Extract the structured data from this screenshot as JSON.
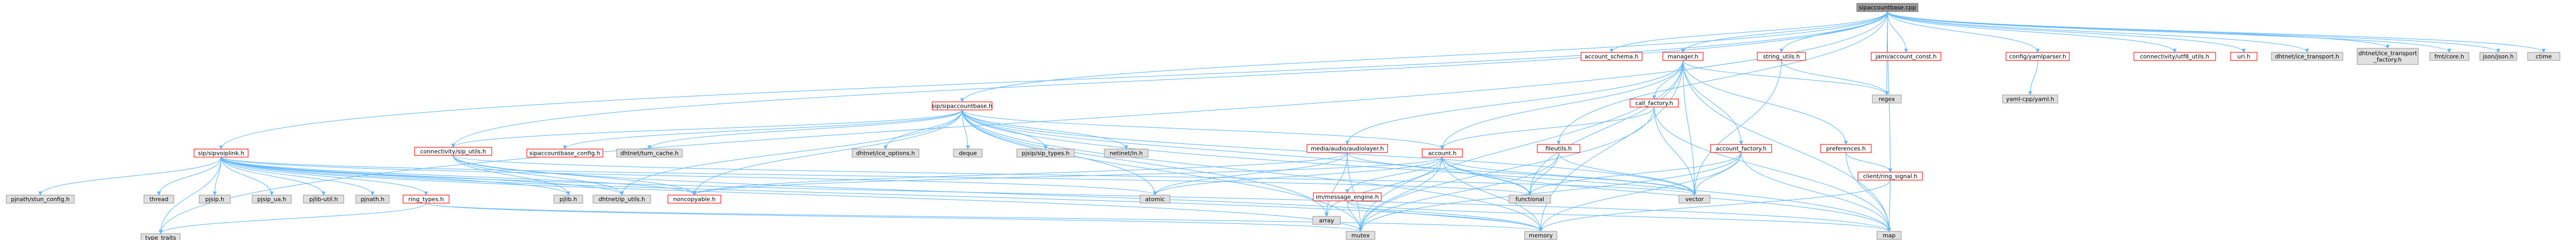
{
  "colors": {
    "root_fill": "#999999",
    "root_stroke": "#666666",
    "internal_fill": "#ffffff",
    "internal_stroke": "#ff0000",
    "external_fill": "#e0e0e0",
    "external_stroke": "#999999",
    "edge": "#63b8ff",
    "edge_alt": "#ff8080"
  },
  "nodes": [
    {
      "id": "sipaccountbase_cpp",
      "label": "sipaccountbase.cpp",
      "kind": "root"
    },
    {
      "id": "sip_sipaccountbase_h",
      "label": "sip/sipaccountbase.h",
      "kind": "internal"
    },
    {
      "id": "sip_sipvoiplink_h",
      "label": "sip/sipvoiplink.h",
      "kind": "internal"
    },
    {
      "id": "account_schema_h",
      "label": "account_schema.h",
      "kind": "internal"
    },
    {
      "id": "manager_h",
      "label": "manager.h",
      "kind": "internal"
    },
    {
      "id": "string_utils_h",
      "label": "string_utils.h",
      "kind": "internal"
    },
    {
      "id": "jami_account_const_h",
      "label": "jami/account_const.h",
      "kind": "internal"
    },
    {
      "id": "config_yamlparser_h",
      "label": "config/yamlparser.h",
      "kind": "internal"
    },
    {
      "id": "connectivity_utf8_utils_h",
      "label": "connectivity/utf8_utils.h",
      "kind": "internal"
    },
    {
      "id": "uri_h",
      "label": "uri.h",
      "kind": "internal"
    },
    {
      "id": "dhtnet_ice_transport_h",
      "label": "dhtnet/ice_transport.h",
      "kind": "external"
    },
    {
      "id": "dhtnet_ice_transport_factory_h",
      "label": "dhtnet/ice_transport\n_factory.h",
      "kind": "external"
    },
    {
      "id": "fmt_core_h",
      "label": "fmt/core.h",
      "kind": "external"
    },
    {
      "id": "json_json_h",
      "label": "json/json.h",
      "kind": "external"
    },
    {
      "id": "ctime",
      "label": "ctime",
      "kind": "external"
    },
    {
      "id": "regex",
      "label": "regex",
      "kind": "external"
    },
    {
      "id": "yaml_cpp_yaml_h",
      "label": "yaml-cpp/yaml.h",
      "kind": "external"
    },
    {
      "id": "call_factory_h",
      "label": "call_factory.h",
      "kind": "internal"
    },
    {
      "id": "fileutils_h",
      "label": "fileutils.h",
      "kind": "internal"
    },
    {
      "id": "account_factory_h",
      "label": "account_factory.h",
      "kind": "internal"
    },
    {
      "id": "preferences_h",
      "label": "preferences.h",
      "kind": "internal"
    },
    {
      "id": "client_ring_signal_h",
      "label": "client/ring_signal.h",
      "kind": "internal"
    },
    {
      "id": "account_h",
      "label": "account.h",
      "kind": "internal"
    },
    {
      "id": "media_audio_audiolayer_h",
      "label": "media/audio/audiolayer.h",
      "kind": "internal"
    },
    {
      "id": "im_message_engine_h",
      "label": "im/message_engine.h",
      "kind": "internal"
    },
    {
      "id": "connectivity_sip_utils_h",
      "label": "connectivity/sip_utils.h",
      "kind": "internal"
    },
    {
      "id": "sipaccountbase_config_h",
      "label": "sipaccountbase_config.h",
      "kind": "internal"
    },
    {
      "id": "dhtnet_turn_cache_h",
      "label": "dhtnet/turn_cache.h",
      "kind": "external"
    },
    {
      "id": "dhtnet_ice_options_h",
      "label": "dhtnet/ice_options.h",
      "kind": "external"
    },
    {
      "id": "deque",
      "label": "deque",
      "kind": "external"
    },
    {
      "id": "pjsip_sip_types_h",
      "label": "pjsip/sip_types.h",
      "kind": "external"
    },
    {
      "id": "netinet_in_h",
      "label": "netinet/in.h",
      "kind": "external"
    },
    {
      "id": "pjnath_stun_config_h",
      "label": "pjnath/stun_config.h",
      "kind": "external"
    },
    {
      "id": "thread",
      "label": "thread",
      "kind": "external"
    },
    {
      "id": "pjsip_h",
      "label": "pjsip.h",
      "kind": "external"
    },
    {
      "id": "pjsip_ua_h",
      "label": "pjsip_ua.h",
      "kind": "external"
    },
    {
      "id": "pjlib_util_h",
      "label": "pjlib-util.h",
      "kind": "external"
    },
    {
      "id": "pjnath_h",
      "label": "pjnath.h",
      "kind": "external"
    },
    {
      "id": "ring_types_h",
      "label": "ring_types.h",
      "kind": "internal"
    },
    {
      "id": "pjlib_h",
      "label": "pjlib.h",
      "kind": "external"
    },
    {
      "id": "dhtnet_ip_utils_h",
      "label": "dhtnet/ip_utils.h",
      "kind": "external"
    },
    {
      "id": "noncopyable_h",
      "label": "noncopyable.h",
      "kind": "internal"
    },
    {
      "id": "atomic",
      "label": "atomic",
      "kind": "external"
    },
    {
      "id": "array",
      "label": "array",
      "kind": "external"
    },
    {
      "id": "functional",
      "label": "functional",
      "kind": "external"
    },
    {
      "id": "vector",
      "label": "vector",
      "kind": "external"
    },
    {
      "id": "type_traits",
      "label": "type_traits",
      "kind": "external"
    },
    {
      "id": "mutex",
      "label": "mutex",
      "kind": "external"
    },
    {
      "id": "memory",
      "label": "memory",
      "kind": "external"
    },
    {
      "id": "map",
      "label": "map",
      "kind": "external"
    }
  ],
  "edges": [
    [
      "sipaccountbase_cpp",
      "sip_sipaccountbase_h"
    ],
    [
      "sipaccountbase_cpp",
      "sip_sipvoiplink_h"
    ],
    [
      "sipaccountbase_cpp",
      "account_schema_h"
    ],
    [
      "sipaccountbase_cpp",
      "manager_h"
    ],
    [
      "sipaccountbase_cpp",
      "string_utils_h"
    ],
    [
      "sipaccountbase_cpp",
      "jami_account_const_h"
    ],
    [
      "sipaccountbase_cpp",
      "config_yamlparser_h"
    ],
    [
      "sipaccountbase_cpp",
      "connectivity_utf8_utils_h"
    ],
    [
      "sipaccountbase_cpp",
      "uri_h"
    ],
    [
      "sipaccountbase_cpp",
      "dhtnet_ice_transport_h"
    ],
    [
      "sipaccountbase_cpp",
      "dhtnet_ice_transport_factory_h"
    ],
    [
      "sipaccountbase_cpp",
      "fmt_core_h"
    ],
    [
      "sipaccountbase_cpp",
      "json_json_h"
    ],
    [
      "sipaccountbase_cpp",
      "ctime"
    ],
    [
      "sipaccountbase_cpp",
      "regex"
    ],
    [
      "sipaccountbase_cpp",
      "fileutils_h"
    ],
    [
      "sipaccountbase_cpp",
      "client_ring_signal_h"
    ],
    [
      "sipaccountbase_cpp",
      "connectivity_sip_utils_h"
    ],
    [
      "sipaccountbase_cpp",
      "type_traits"
    ],
    [
      "config_yamlparser_h",
      "yaml_cpp_yaml_h"
    ],
    [
      "string_utils_h",
      "regex"
    ],
    [
      "string_utils_h",
      "vector"
    ],
    [
      "manager_h",
      "call_factory_h"
    ],
    [
      "manager_h",
      "account_factory_h"
    ],
    [
      "manager_h",
      "preferences_h"
    ],
    [
      "manager_h",
      "media_audio_audiolayer_h"
    ],
    [
      "manager_h",
      "account_h"
    ],
    [
      "manager_h",
      "vector"
    ],
    [
      "manager_h",
      "memory"
    ],
    [
      "manager_h",
      "mutex"
    ],
    [
      "manager_h",
      "map"
    ],
    [
      "manager_h",
      "functional"
    ],
    [
      "manager_h",
      "regex"
    ],
    [
      "call_factory_h",
      "account_h"
    ],
    [
      "call_factory_h",
      "vector"
    ],
    [
      "call_factory_h",
      "mutex"
    ],
    [
      "call_factory_h",
      "map"
    ],
    [
      "account_factory_h",
      "vector"
    ],
    [
      "account_factory_h",
      "map"
    ],
    [
      "account_factory_h",
      "memory"
    ],
    [
      "account_factory_h",
      "mutex"
    ],
    [
      "account_factory_h",
      "functional"
    ],
    [
      "preferences_h",
      "client_ring_signal_h"
    ],
    [
      "preferences_h",
      "map"
    ],
    [
      "client_ring_signal_h",
      "map"
    ],
    [
      "client_ring_signal_h",
      "memory"
    ],
    [
      "fileutils_h",
      "vector"
    ],
    [
      "fileutils_h",
      "mutex"
    ],
    [
      "fileutils_h",
      "functional"
    ],
    [
      "account_h",
      "im_message_engine_h"
    ],
    [
      "account_h",
      "noncopyable_h"
    ],
    [
      "account_h",
      "functional"
    ],
    [
      "account_h",
      "vector"
    ],
    [
      "account_h",
      "atomic"
    ],
    [
      "account_h",
      "mutex"
    ],
    [
      "account_h",
      "memory"
    ],
    [
      "account_h",
      "map"
    ],
    [
      "account_h",
      "array"
    ],
    [
      "media_audio_audiolayer_h",
      "noncopyable_h"
    ],
    [
      "media_audio_audiolayer_h",
      "atomic"
    ],
    [
      "media_audio_audiolayer_h",
      "mutex"
    ],
    [
      "media_audio_audiolayer_h",
      "vector"
    ],
    [
      "media_audio_audiolayer_h",
      "array"
    ],
    [
      "im_message_engine_h",
      "map"
    ],
    [
      "im_message_engine_h",
      "mutex"
    ],
    [
      "im_message_engine_h",
      "memory"
    ],
    [
      "sip_sipaccountbase_h",
      "account_h"
    ],
    [
      "sip_sipaccountbase_h",
      "connectivity_sip_utils_h"
    ],
    [
      "sip_sipaccountbase_h",
      "noncopyable_h"
    ],
    [
      "sip_sipaccountbase_h",
      "sipaccountbase_config_h"
    ],
    [
      "sip_sipaccountbase_h",
      "dhtnet_turn_cache_h"
    ],
    [
      "sip_sipaccountbase_h",
      "dhtnet_ip_utils_h"
    ],
    [
      "sip_sipaccountbase_h",
      "dhtnet_ice_options_h"
    ],
    [
      "sip_sipaccountbase_h",
      "deque"
    ],
    [
      "sip_sipaccountbase_h",
      "pjsip_sip_types_h"
    ],
    [
      "sip_sipaccountbase_h",
      "netinet_in_h"
    ],
    [
      "sip_sipaccountbase_h",
      "array"
    ],
    [
      "sip_sipaccountbase_h",
      "atomic"
    ],
    [
      "sip_sipaccountbase_h",
      "map"
    ],
    [
      "sip_sipaccountbase_h",
      "memory"
    ],
    [
      "sip_sipaccountbase_h",
      "mutex"
    ],
    [
      "sip_sipaccountbase_h",
      "vector"
    ],
    [
      "sip_sipaccountbase_h",
      "functional"
    ],
    [
      "connectivity_sip_utils_h",
      "noncopyable_h"
    ],
    [
      "connectivity_sip_utils_h",
      "dhtnet_ip_utils_h"
    ],
    [
      "connectivity_sip_utils_h",
      "pjlib_h"
    ],
    [
      "connectivity_sip_utils_h",
      "memory"
    ],
    [
      "connectivity_sip_utils_h",
      "vector"
    ],
    [
      "sip_sipvoiplink_h",
      "pjnath_stun_config_h"
    ],
    [
      "sip_sipvoiplink_h",
      "thread"
    ],
    [
      "sip_sipvoiplink_h",
      "pjsip_h"
    ],
    [
      "sip_sipvoiplink_h",
      "pjsip_ua_h"
    ],
    [
      "sip_sipvoiplink_h",
      "pjlib_util_h"
    ],
    [
      "sip_sipvoiplink_h",
      "pjnath_h"
    ],
    [
      "sip_sipvoiplink_h",
      "ring_types_h"
    ],
    [
      "sip_sipvoiplink_h",
      "pjlib_h"
    ],
    [
      "sip_sipvoiplink_h",
      "dhtnet_ip_utils_h"
    ],
    [
      "sip_sipvoiplink_h",
      "noncopyable_h"
    ],
    [
      "sip_sipvoiplink_h",
      "atomic"
    ],
    [
      "sip_sipvoiplink_h",
      "functional"
    ],
    [
      "sip_sipvoiplink_h",
      "mutex"
    ],
    [
      "sip_sipvoiplink_h",
      "memory"
    ],
    [
      "sip_sipvoiplink_h",
      "map"
    ],
    [
      "sip_sipvoiplink_h",
      "type_traits"
    ],
    [
      "ring_types_h",
      "type_traits"
    ],
    [
      "ring_types_h",
      "mutex"
    ],
    [
      "ring_types_h",
      "memory"
    ]
  ]
}
